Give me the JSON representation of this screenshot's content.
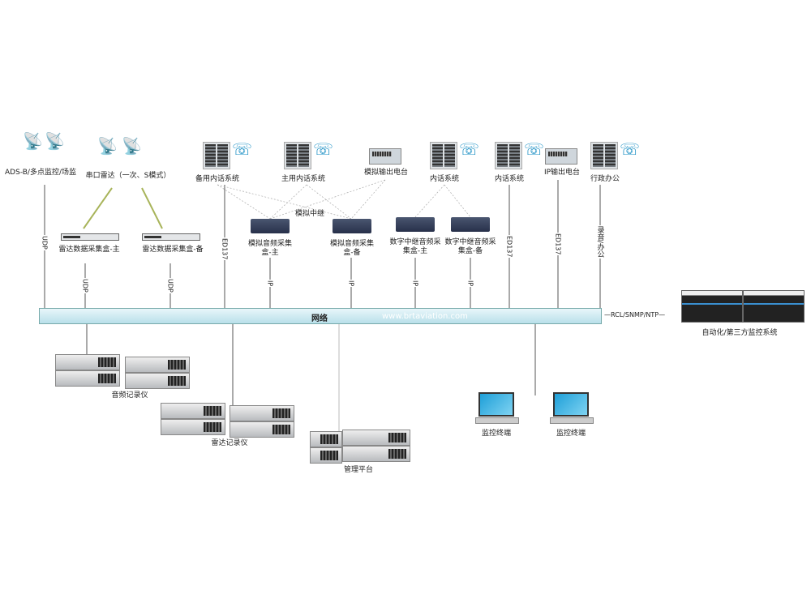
{
  "top": {
    "adsb": "ADS-B/多点监控/场监",
    "serial_radar": "串口雷达（一次、S模式）",
    "backup_intercom": "备用内话系统",
    "main_intercom": "主用内话系统",
    "analog_radio": "模拟输出电台",
    "intercom1": "内话系统",
    "intercom2": "内话系统",
    "ip_radio": "IP输出电台",
    "admin": "行政办公"
  },
  "middle": {
    "radar_box_main": "雷达数据采集盒-主",
    "radar_box_backup": "雷达数据采集盒-备",
    "analog_box_main": "模拟音频采集盒-主",
    "analog_box_backup": "模拟音频采集盒-备",
    "digital_box_main": "数字中继音频采集盒-主",
    "digital_box_backup": "数字中继音频采集盒-备",
    "analog_trunk": "模拟中继"
  },
  "links": {
    "udp1": "UDP",
    "udp2": "UDP",
    "udp3": "UDP",
    "ed137_1": "ED137",
    "ip1": "IP",
    "ip2": "IP",
    "ip3": "IP",
    "ip4": "IP",
    "ed137_2": "ED137",
    "ed137_3": "ED137",
    "record_office": "录音/办公",
    "rcl": "—RCL/SNMP/NTP—"
  },
  "network": {
    "label": "网络",
    "watermark": "www.brtaviation.com"
  },
  "bottom": {
    "audio_recorder": "音频记录仪",
    "radar_recorder": "雷达记录仪",
    "mgmt": "管理平台",
    "monitor1": "监控终端",
    "monitor2": "监控终端",
    "third_party": "自动化/第三方监控系统"
  },
  "colors": {
    "network_bar": "#b9e0ea",
    "radar_link": "#a8b45a",
    "phone": "#1a8fc4"
  }
}
